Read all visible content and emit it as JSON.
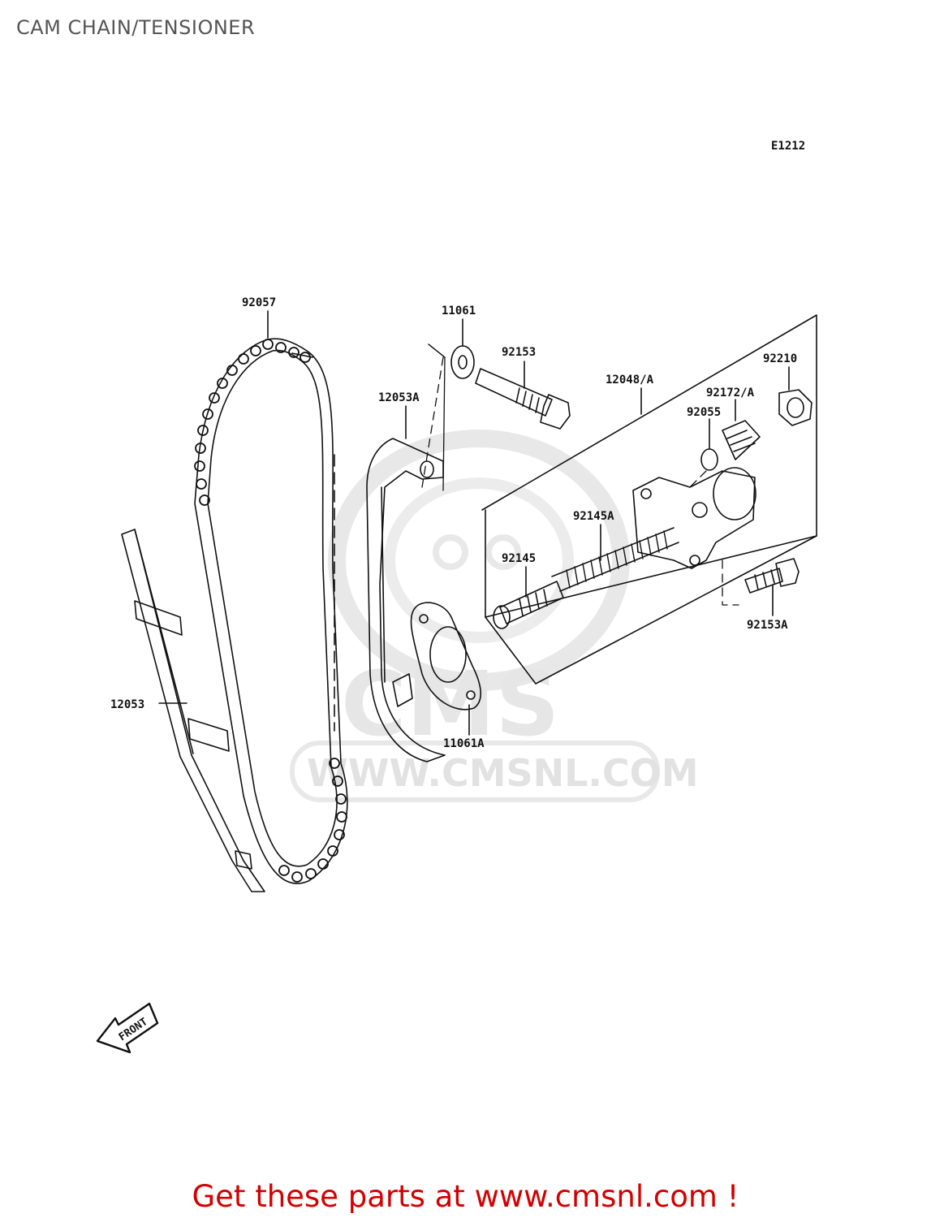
{
  "page": {
    "title": "CAM CHAIN/TENSIONER"
  },
  "diagram": {
    "code": "E1212",
    "front_label": "FRONT",
    "parts": {
      "chain": "92057",
      "washer": "11061",
      "bolt": "92153",
      "guide_rear": "12053A",
      "tensioner": "12048/A",
      "nut": "92210",
      "plug": "92172/A",
      "oring": "92055",
      "spring_large": "92145A",
      "spring_small": "92145",
      "bolt_b": "92153A",
      "gasket": "11061A",
      "guide_front": "12053"
    }
  },
  "watermark": {
    "text": "WWW.CMSNL.COM",
    "logo": "CMS"
  },
  "footer": {
    "cta": "Get these parts at www.cmsnl.com !"
  },
  "colors": {
    "line": "#111111",
    "cta": "#d40000",
    "watermark": "#e2e2e2",
    "title": "#555555"
  }
}
